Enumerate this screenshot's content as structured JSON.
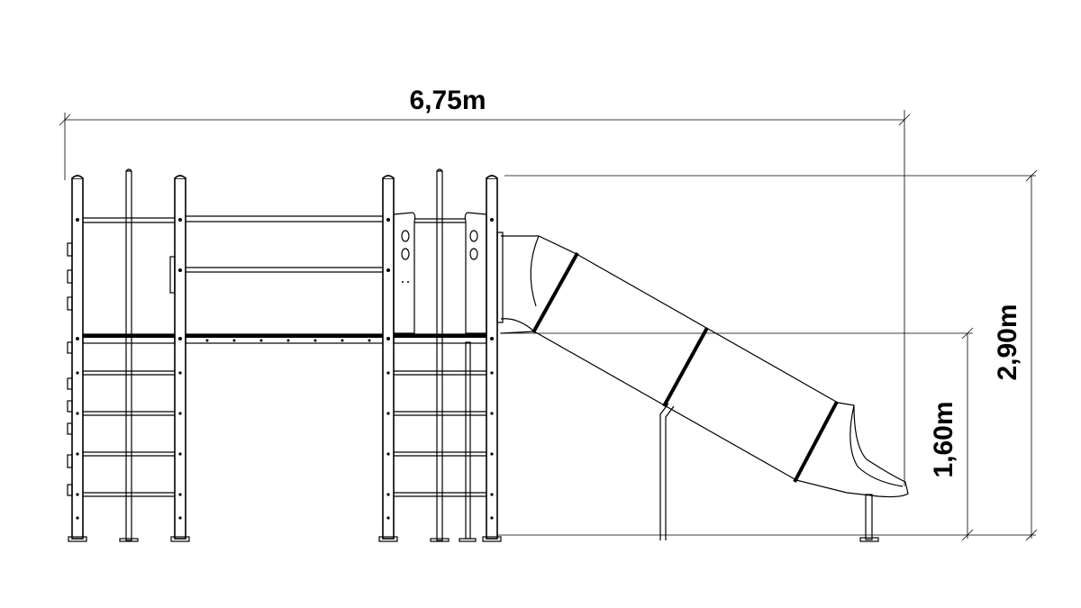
{
  "dimensions": {
    "width": "6,75m",
    "height_total": "2,90m",
    "height_platform": "1,60m"
  },
  "colors": {
    "line": "#000000",
    "background": "#ffffff"
  }
}
